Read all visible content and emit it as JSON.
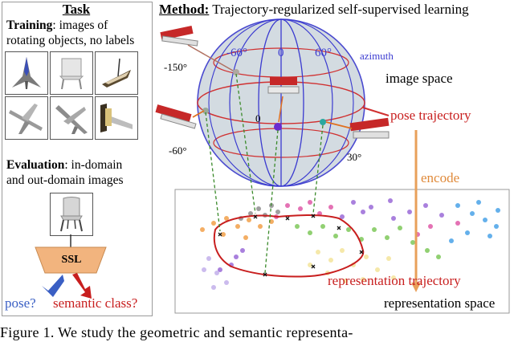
{
  "task": {
    "title": "Task",
    "training_label": "Training",
    "training_line1_rest": ": images of",
    "training_line2": "rotating objects, no labels",
    "evaluation_label": "Evaluation",
    "evaluation_line1_rest": ": in-domain",
    "evaluation_line2": "and out-domain images",
    "ssl_label": "SSL",
    "pose_label": "pose?",
    "semantic_label": "semantic class?"
  },
  "method": {
    "title_bold": "Method:",
    "title_rest": " Trajectory-regularized self-supervised learning",
    "sphere": {
      "meridian_labels": [
        "-60°",
        "0",
        "60°"
      ],
      "azimuth_label": "azimuth",
      "pose_points": [
        "-150°",
        "-60°",
        "0",
        "30°"
      ]
    },
    "image_space_label": "image space",
    "pose_trajectory_label": "pose trajectory",
    "encode_label": "encode",
    "representation_trajectory_label": "representation trajectory",
    "representation_space_label": "representation space"
  },
  "caption": {
    "text": "Figure 1.   We study the geometric and semantic representa-"
  },
  "colors": {
    "sphere_fill": "#d3dbe1",
    "meridian": "#3a3ad0",
    "latitude": "#d03030",
    "trajectory": "#c81e1e",
    "encode_arrow": "#e8a05a",
    "pose_arrow": "#3a5fc4",
    "semantic_arrow": "#c81e1e",
    "ssl_fill": "#f2b47e"
  },
  "icons": [
    "jet-icon",
    "chair-icon",
    "boat-icon",
    "airplane-icon",
    "airplane-icon",
    "boat-icon",
    "chair-icon",
    "sphere-icon",
    "lounge-chair-icon"
  ]
}
